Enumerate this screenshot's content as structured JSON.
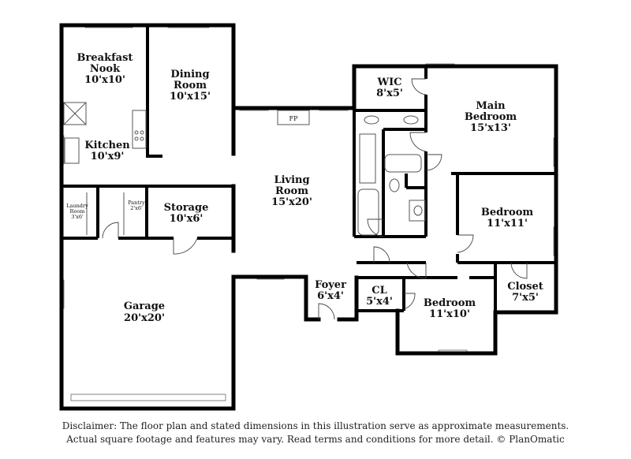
{
  "rooms": {
    "breakfast_nook": {
      "line1": "Breakfast",
      "line2": "Nook",
      "dims": "10'x10'"
    },
    "dining_room": {
      "line1": "Dining",
      "line2": "Room",
      "dims": "10'x15'"
    },
    "kitchen": {
      "name": "Kitchen",
      "dims": "10'x9'"
    },
    "laundry_room": {
      "line1": "Laundry",
      "line2": "Room",
      "dims": "3'x6'"
    },
    "pantry": {
      "name": "Pantry",
      "dims": "2'x6'"
    },
    "storage": {
      "name": "Storage",
      "dims": "10'x6'"
    },
    "garage": {
      "name": "Garage",
      "dims": "20'x20'"
    },
    "living_room": {
      "line1": "Living",
      "line2": "Room",
      "dims": "15'x20'"
    },
    "fireplace": {
      "name": "FP"
    },
    "wic": {
      "name": "WIC",
      "dims": "8'x5'"
    },
    "main_bedroom": {
      "line1": "Main",
      "line2": "Bedroom",
      "dims": "15'x13'"
    },
    "bedroom_2": {
      "name": "Bedroom",
      "dims": "11'x11'"
    },
    "closet": {
      "name": "Closet",
      "dims": "7'x5'"
    },
    "foyer": {
      "name": "Foyer",
      "dims": "6'x4'"
    },
    "cl": {
      "name": "CL",
      "dims": "5'x4'"
    },
    "bedroom_3": {
      "name": "Bedroom",
      "dims": "11'x10'"
    }
  },
  "disclaimer": {
    "line1": "Disclaimer: The floor plan and stated dimensions in this illustration serve as approximate measurements.",
    "line2": "Actual square footage and features may vary. Read terms and conditions for more detail. © PlanOmatic"
  }
}
